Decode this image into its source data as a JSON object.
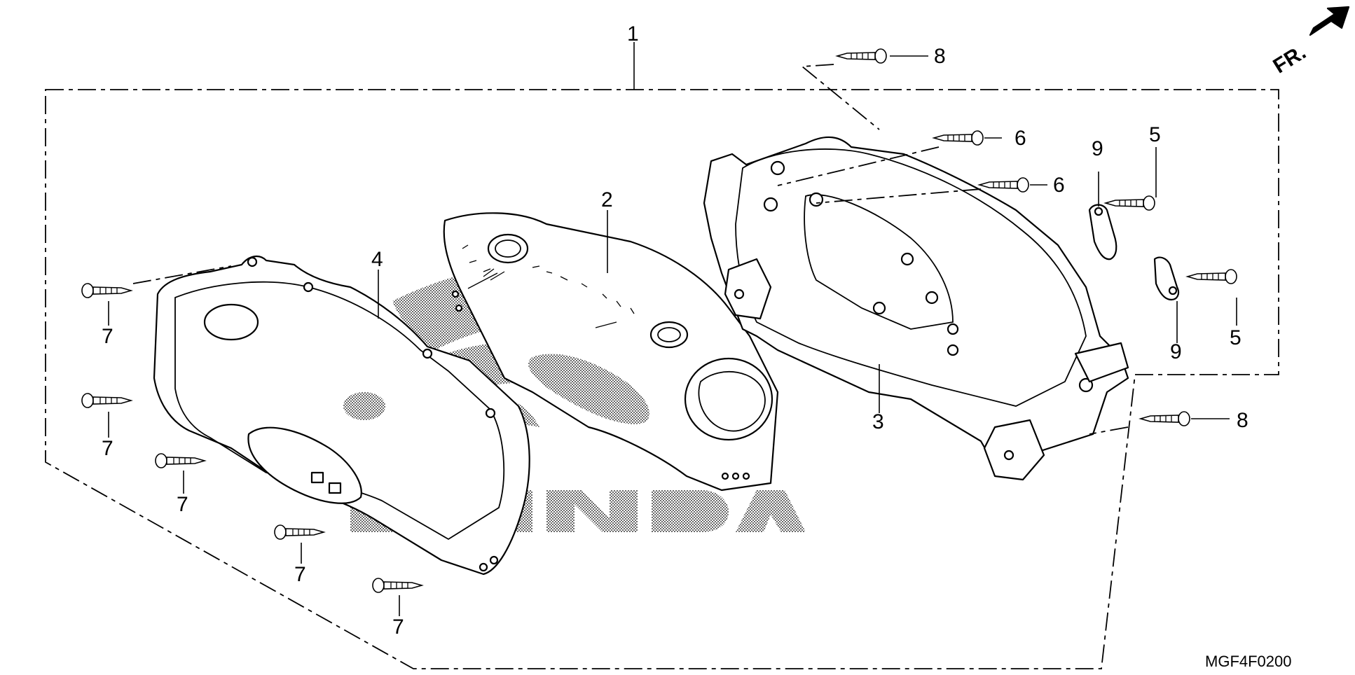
{
  "diagram": {
    "direction_label": "FR.",
    "figure_code": "MGF4F0200",
    "callouts": {
      "c1": "1",
      "c2": "2",
      "c3": "3",
      "c4": "4",
      "c5a": "5",
      "c5b": "5",
      "c6a": "6",
      "c6b": "6",
      "c7a": "7",
      "c7b": "7",
      "c7c": "7",
      "c7d": "7",
      "c7e": "7",
      "c8a": "8",
      "c8b": "8",
      "c9a": "9",
      "c9b": "9"
    },
    "watermark_text": "HONDA"
  }
}
